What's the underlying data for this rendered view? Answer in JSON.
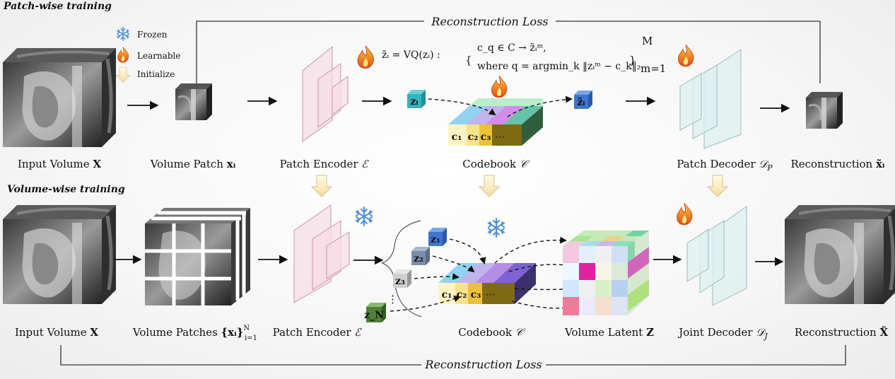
{
  "sections": {
    "top": "Patch-wise training",
    "bottom": "Volume-wise training"
  },
  "legend": [
    {
      "icon": "snowflake-icon",
      "label": "Frozen"
    },
    {
      "icon": "flame-icon",
      "label": "Learnable"
    },
    {
      "icon": "down-arrow-icon",
      "label": "Initialize"
    }
  ],
  "losses": {
    "top": "Reconstruction Loss",
    "bottom": "Reconstruction Loss"
  },
  "formula": {
    "lhs": "z̃ᵢ = VQ(zᵢ) :",
    "line1": "c_q ∈ C → z̃ᵢᵐ,",
    "line2": "where q = argmin_k ‖zᵢᵐ − c_k‖₂",
    "sup": "M",
    "sub": "m=1"
  },
  "top_row": {
    "input_volume": {
      "text": "Input Volume ",
      "sym": "X"
    },
    "volume_patch": {
      "text": "Volume Patch ",
      "sym": "xᵢ"
    },
    "patch_encoder": {
      "text": "Patch Encoder ",
      "sym": "ℰ"
    },
    "codebook": {
      "text": "Codebook ",
      "sym": "𝒞"
    },
    "patch_decoder": {
      "text": "Patch Decoder ",
      "sym": "𝒟",
      "sub": "P"
    },
    "reconstruction": {
      "text": "Reconstruction ",
      "sym": "x̃ᵢ"
    },
    "z_i": "zᵢ",
    "z_tilde_i": "z̃ᵢ",
    "codes": [
      "c₁",
      "c₂",
      "c₃",
      "⋯"
    ]
  },
  "bottom_row": {
    "input_volume": {
      "text": "Input Volume ",
      "sym": "X"
    },
    "volume_patches": {
      "text": "Volume Patches ",
      "sym": "{xᵢ}",
      "sub": "i=1",
      "sup": "N"
    },
    "patch_encoder": {
      "text": "Patch Encoder ",
      "sym": "ℰ"
    },
    "codebook": {
      "text": "Codebook ",
      "sym": "𝒞"
    },
    "volume_latent": {
      "text": "Volume Latent ",
      "sym": "Z"
    },
    "joint_decoder": {
      "text": "Joint Decoder ",
      "sym": "𝒟",
      "sub": "J"
    },
    "reconstruction": {
      "text": "Reconstruction ",
      "sym": "X̃"
    },
    "tokens": [
      "z₁",
      "z₂",
      "z₃",
      "z_N"
    ],
    "dots": "⋮",
    "codes": [
      "c₁",
      "c₂",
      "c₃",
      "⋯"
    ]
  }
}
